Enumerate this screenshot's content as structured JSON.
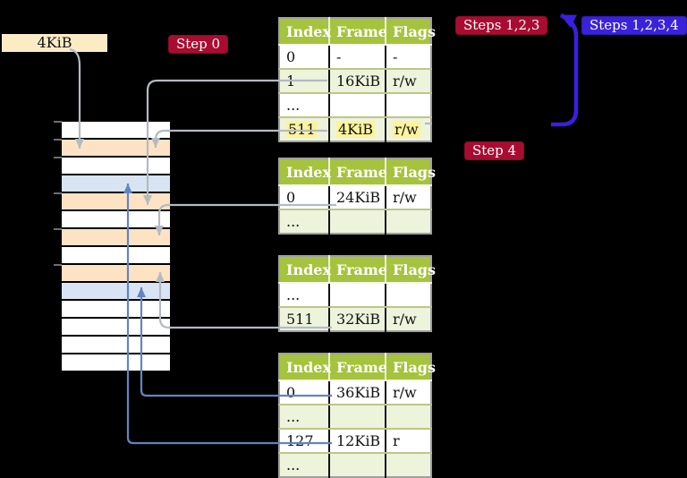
{
  "labels": {
    "frame_box": "4KiB",
    "step0": "Step 0",
    "steps123": "Steps 1,2,3",
    "steps1234": "Steps 1,2,3,4",
    "step4": "Step 4"
  },
  "colors": {
    "bg": "#000000",
    "header_green": "#a5c33c",
    "row_green": "#eef3dc",
    "highlight_yellow": "#fbf49c",
    "frame_box_bg": "#fcecc6",
    "label_red": "#a80d31",
    "label_blue": "#3a22db",
    "memory_peach": "#fde3c4",
    "memory_blue": "#d8e4f4",
    "connector_gray": "#b4bac2",
    "connector_blue": "#6285bf",
    "big_arrow_blue": "#3a1fe0"
  },
  "tables": [
    {
      "name": "table-1",
      "headers": [
        "Index",
        "Frame",
        "Flags"
      ],
      "rows": [
        {
          "cells": [
            "0",
            "-",
            "-"
          ],
          "shaded": false,
          "highlight": false
        },
        {
          "cells": [
            "1",
            "16KiB",
            "r/w"
          ],
          "shaded": true,
          "highlight": false
        },
        {
          "cells": [
            "...",
            "",
            ""
          ],
          "shaded": false,
          "highlight": false
        },
        {
          "cells": [
            "511",
            "4KiB",
            "r/w"
          ],
          "shaded": true,
          "highlight": true
        }
      ]
    },
    {
      "name": "table-2",
      "headers": [
        "Index",
        "Frame",
        "Flags"
      ],
      "rows": [
        {
          "cells": [
            "0",
            "24KiB",
            "r/w"
          ],
          "shaded": false,
          "highlight": false
        },
        {
          "cells": [
            "...",
            "",
            ""
          ],
          "shaded": true,
          "highlight": false
        }
      ]
    },
    {
      "name": "table-3",
      "headers": [
        "Index",
        "Frame",
        "Flags"
      ],
      "rows": [
        {
          "cells": [
            "...",
            "",
            ""
          ],
          "shaded": false,
          "highlight": false
        },
        {
          "cells": [
            "511",
            "32KiB",
            "r/w"
          ],
          "shaded": true,
          "highlight": false
        }
      ]
    },
    {
      "name": "table-4",
      "headers": [
        "Index",
        "Frame",
        "Flags"
      ],
      "rows": [
        {
          "cells": [
            "0",
            "36KiB",
            "r/w"
          ],
          "shaded": false,
          "highlight": false
        },
        {
          "cells": [
            "...",
            "",
            ""
          ],
          "shaded": true,
          "highlight": false
        },
        {
          "cells": [
            "127",
            "12KiB",
            "r"
          ],
          "shaded": false,
          "highlight": false
        },
        {
          "cells": [
            "...",
            "",
            ""
          ],
          "shaded": true,
          "highlight": false
        }
      ]
    }
  ],
  "memory": {
    "rows": [
      {
        "color": "white"
      },
      {
        "color": "peach"
      },
      {
        "color": "white"
      },
      {
        "color": "blue"
      },
      {
        "color": "peach"
      },
      {
        "color": "white"
      },
      {
        "color": "peach"
      },
      {
        "color": "white"
      },
      {
        "color": "peach"
      },
      {
        "color": "blue"
      },
      {
        "color": "white"
      },
      {
        "color": "white"
      },
      {
        "color": "white"
      },
      {
        "color": "white"
      }
    ]
  }
}
